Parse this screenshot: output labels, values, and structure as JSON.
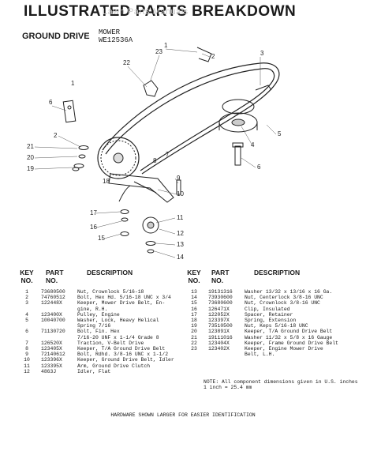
{
  "header": {
    "title": "ILLUSTRATED PARTS BREAKDOWN",
    "section": "GROUND DRIVE",
    "model_line1": "MOWER",
    "model_line2": "WE12536A",
    "watermark": "Lawn Parts Manuals"
  },
  "columns": {
    "key_no": "KEY\nNO.",
    "part_no": "PART\nNO.",
    "description": "DESCRIPTION"
  },
  "callouts": [
    "1",
    "2",
    "3",
    "4",
    "5",
    "6",
    "7",
    "8",
    "9",
    "10",
    "11",
    "12",
    "13",
    "14",
    "15",
    "16",
    "17",
    "18",
    "19",
    "20",
    "21",
    "22",
    "23"
  ],
  "parts_left": [
    {
      "key": "1",
      "part": "73680500",
      "desc": "Nut, Crownlock 5/16-18"
    },
    {
      "key": "2",
      "part": "74760512",
      "desc": "Bolt, Hex Hd. 5/16-18 UNC x 3/4"
    },
    {
      "key": "3",
      "part": "122448X",
      "desc": "Keeper, Mower Drive Belt, En-\ngine, R.H."
    },
    {
      "key": "4",
      "part": "123400X",
      "desc": "Pulley, Engine"
    },
    {
      "key": "5",
      "part": "10040700",
      "desc": "Washer, Lock, Heavy Helical\nSpring 7/16"
    },
    {
      "key": "6",
      "part": "71130720",
      "desc": "Bolt, Fin. Hex\n7/16-20 UNF x 1-1/4 Grade 8"
    },
    {
      "key": "7",
      "part": "126520X",
      "desc": "Traction, V-Belt Drive"
    },
    {
      "key": "8",
      "part": "123405X",
      "desc": "Keeper, T/A Ground Drive Belt"
    },
    {
      "key": "9",
      "part": "72140612",
      "desc": "Bolt, Rdhd. 3/8-16 UNC x 1-1/2"
    },
    {
      "key": "10",
      "part": "123396X",
      "desc": "Keeper, Ground Drive Belt, Idler"
    },
    {
      "key": "11",
      "part": "123395X",
      "desc": "Arm, Ground Drive Clutch"
    },
    {
      "key": "12",
      "part": "4863J",
      "desc": "Idler, Flat"
    }
  ],
  "parts_right": [
    {
      "key": "13",
      "part": "19131316",
      "desc": "Washer 13/32 x 13/16 x 16 Ga."
    },
    {
      "key": "14",
      "part": "73930600",
      "desc": "Nut, Centerlock 3/8-16 UNC"
    },
    {
      "key": "15",
      "part": "73680600",
      "desc": "Nut, Crownlock 3/8-16 UNC"
    },
    {
      "key": "16",
      "part": "126471X",
      "desc": "Clip, Insulated"
    },
    {
      "key": "17",
      "part": "122052X",
      "desc": "Spacer, Retainer"
    },
    {
      "key": "18",
      "part": "123397X",
      "desc": "Spring, Extension"
    },
    {
      "key": "19",
      "part": "73510500",
      "desc": "Nut, Keps 5/16-18 UNC"
    },
    {
      "key": "20",
      "part": "123891X",
      "desc": "Keeper, T/A Ground Drive Belt"
    },
    {
      "key": "21",
      "part": "19111016",
      "desc": "Washer 11/32 x 5/8 x 16 Gauge"
    },
    {
      "key": "22",
      "part": "123404X",
      "desc": "Keeper, Frame Ground Drive Belt"
    },
    {
      "key": "23",
      "part": "123402X",
      "desc": "Keeper, Engine Mower Drive\nBelt, L.H."
    }
  ],
  "note": "NOTE: All component dimensions given in U.S. inches\n1 inch = 25.4 mm",
  "footer": "HARDWARE SHOWN LARGER FOR EASIER IDENTIFICATION"
}
